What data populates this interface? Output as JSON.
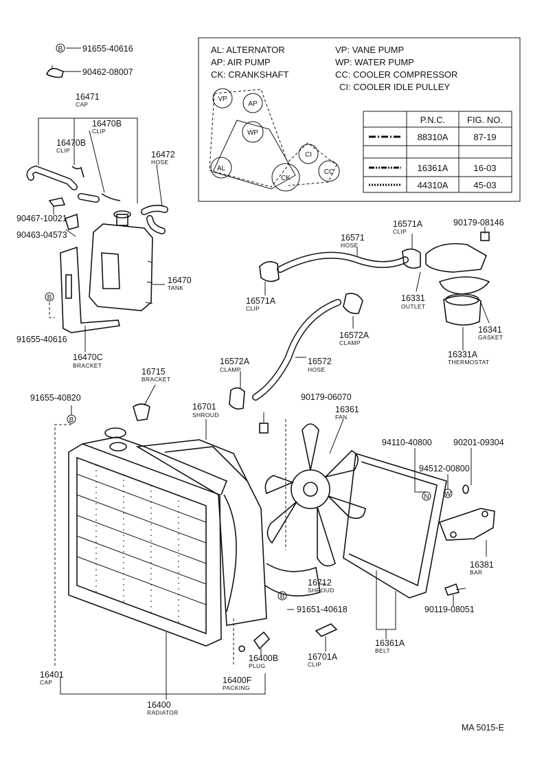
{
  "legend": {
    "entries": [
      "AL: ALTERNATOR",
      "AP: AIR PUMP",
      "CK: CRANKSHAFT",
      "VP: VANE PUMP",
      "WP: WATER PUMP",
      "CC: COOLER COMPRESSOR",
      "CI: COOLER IDLE PULLEY"
    ],
    "pulleys": [
      "VP",
      "AP",
      "WP",
      "AL",
      "CK",
      "CI",
      "CC"
    ],
    "table": {
      "headers": [
        "P.N.C.",
        "FIG. NO."
      ],
      "rows": [
        {
          "pnc": "88310A",
          "fig": "87-19"
        },
        {
          "pnc": "16361A",
          "fig": "16-03"
        },
        {
          "pnc": "44310A",
          "fig": "45-03"
        }
      ]
    }
  },
  "labels": [
    {
      "id": "b1",
      "pn": "91655-40616",
      "name": ""
    },
    {
      "id": "a1",
      "pn": "90462-08007",
      "name": ""
    },
    {
      "id": "a2",
      "pn": "16471",
      "name": "CAP"
    },
    {
      "id": "a3",
      "pn": "16470B",
      "name": "CLIP"
    },
    {
      "id": "a4",
      "pn": "16470B",
      "name": "CLIP"
    },
    {
      "id": "a5",
      "pn": "16472",
      "name": "HOSE"
    },
    {
      "id": "a6",
      "pn": "90467-10021",
      "name": ""
    },
    {
      "id": "a7",
      "pn": "90463-04573",
      "name": ""
    },
    {
      "id": "a8",
      "pn": "16470",
      "name": "TANK"
    },
    {
      "id": "a9",
      "pn": "91655-40616",
      "name": ""
    },
    {
      "id": "a10",
      "pn": "16470C",
      "name": "BRACKET"
    },
    {
      "id": "c1",
      "pn": "16571",
      "name": "HOSE"
    },
    {
      "id": "c2",
      "pn": "16571A",
      "name": "CLIP"
    },
    {
      "id": "c3",
      "pn": "90179-08146",
      "name": ""
    },
    {
      "id": "c4",
      "pn": "16571A",
      "name": "CLIP"
    },
    {
      "id": "c5",
      "pn": "16331",
      "name": "OUTLET"
    },
    {
      "id": "c6",
      "pn": "16341",
      "name": "GASKET"
    },
    {
      "id": "c7",
      "pn": "16572A",
      "name": "CLAMP"
    },
    {
      "id": "c8",
      "pn": "16331A",
      "name": "THERMOSTAT"
    },
    {
      "id": "c9",
      "pn": "16572A",
      "name": "CLAMP"
    },
    {
      "id": "c10",
      "pn": "16572",
      "name": "HOSE"
    },
    {
      "id": "d1",
      "pn": "16715",
      "name": "BRACKET"
    },
    {
      "id": "d2",
      "pn": "91655-40820",
      "name": ""
    },
    {
      "id": "d3",
      "pn": "16701",
      "name": "SHROUD"
    },
    {
      "id": "d4",
      "pn": "90179-06070",
      "name": ""
    },
    {
      "id": "d5",
      "pn": "16361",
      "name": "FAN"
    },
    {
      "id": "d6",
      "pn": "94110-40800",
      "name": ""
    },
    {
      "id": "d7",
      "pn": "90201-09304",
      "name": ""
    },
    {
      "id": "d8",
      "pn": "94512-00800",
      "name": ""
    },
    {
      "id": "d9",
      "pn": "16381",
      "name": "BAR"
    },
    {
      "id": "d10",
      "pn": "16712",
      "name": "SHROUD"
    },
    {
      "id": "d11",
      "pn": "91651-40618",
      "name": ""
    },
    {
      "id": "d12",
      "pn": "90119-08051",
      "name": ""
    },
    {
      "id": "d13",
      "pn": "16361A",
      "name": "BELT"
    },
    {
      "id": "d14",
      "pn": "16400B",
      "name": "PLUG"
    },
    {
      "id": "d15",
      "pn": "16701A",
      "name": "CLIP"
    },
    {
      "id": "d16",
      "pn": "16401",
      "name": "CAP"
    },
    {
      "id": "d17",
      "pn": "16400F",
      "name": "PACKING"
    },
    {
      "id": "d18",
      "pn": "16400",
      "name": "RADIATOR"
    }
  ],
  "markers": {
    "bolt": "B",
    "nut": "N",
    "washer": "W"
  },
  "figure_code": "MA 5015-E"
}
